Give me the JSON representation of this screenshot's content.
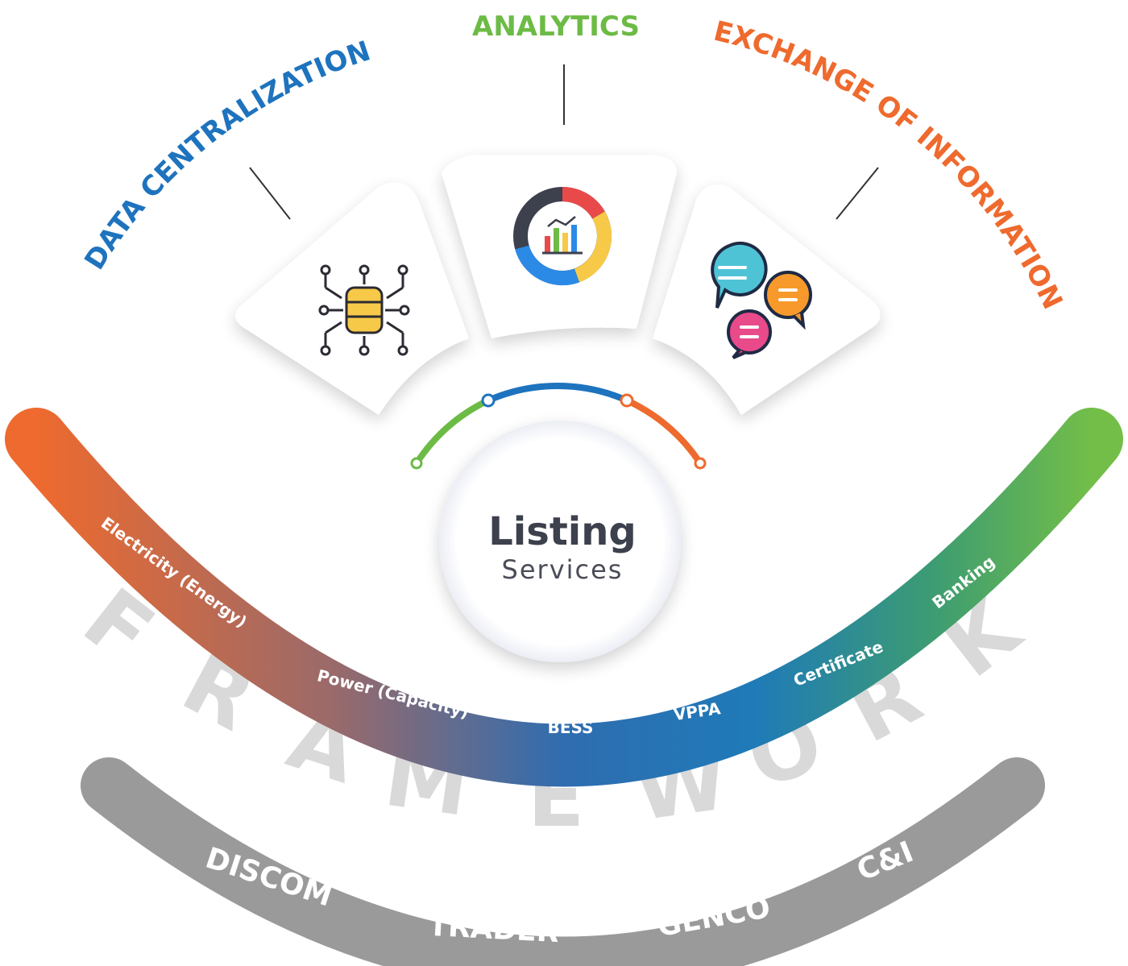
{
  "headings": {
    "data_centralization": "DATA CENTRALIZATION",
    "analytics": "ANALYTICS",
    "exchange_of_information": "EXCHANGE OF INFORMATION"
  },
  "center": {
    "title": "Listing",
    "subtitle": "Services"
  },
  "products": [
    "Electricity (Energy)",
    "Power (Capacity)",
    "BESS",
    "VPPA",
    "Certificate",
    "Banking"
  ],
  "watermark": "FRAMEWORK",
  "participants": [
    "DISCOM",
    "TRADER",
    "GENCO",
    "C&I"
  ],
  "icons": {
    "left_card": "database-network-icon",
    "middle_card": "analytics-donut-chart-icon",
    "right_card": "chat-bubbles-icon"
  },
  "colors": {
    "blue": "#1e73be",
    "green": "#6cbb45",
    "orange": "#ee6a2e",
    "dark": "#3d404d",
    "grey_band": "#9a9a9a",
    "watermark": "#d9d9d9"
  }
}
